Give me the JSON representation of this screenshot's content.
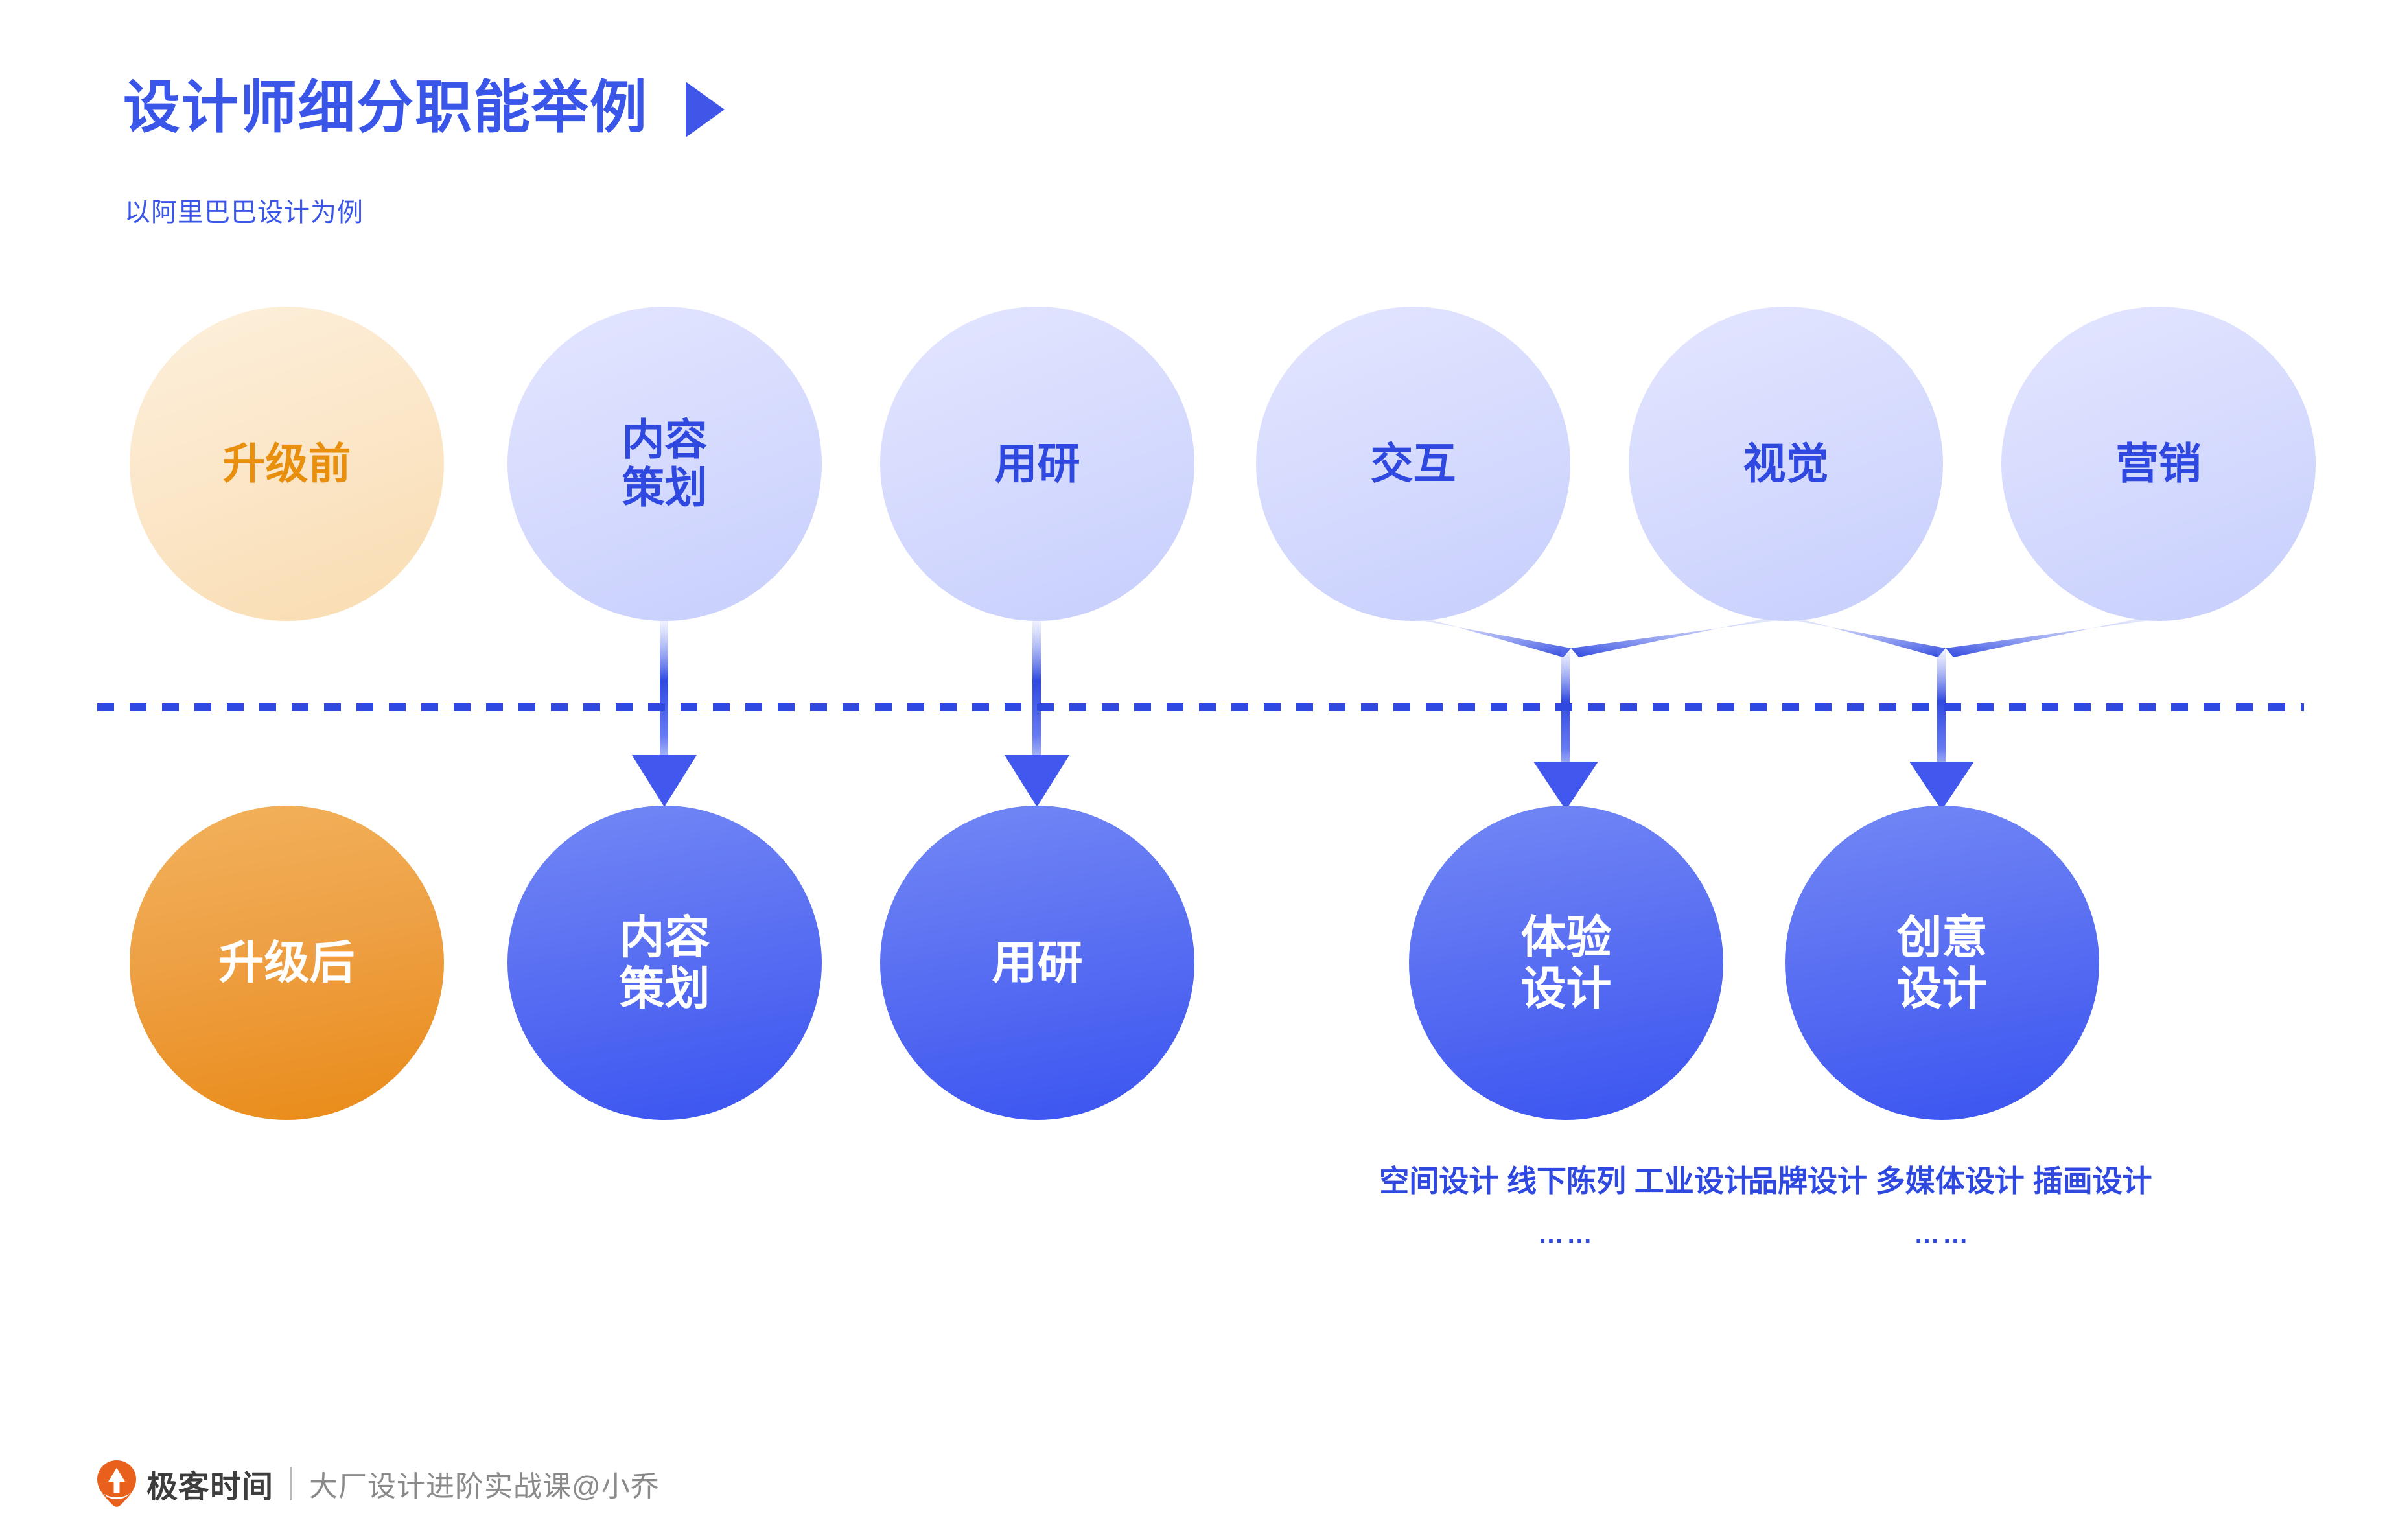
{
  "header": {
    "title": "设计师细分职能举例",
    "play_icon": "play-triangle-icon",
    "subtitle": "以阿里巴巴设计为例",
    "title_color": "#3A56E8"
  },
  "colors": {
    "accent_blue": "#2F49E0",
    "accent_orange": "#E8900E",
    "node_blue_fill_from": "#7388F5",
    "node_blue_fill_to": "#3A53F0",
    "node_orange_fill_from": "#F2B25C",
    "node_orange_fill_to": "#E98A17",
    "divider": "#2F49E0"
  },
  "rows": {
    "before": {
      "badge": "升级前",
      "nodes": [
        {
          "line1": "内容",
          "line2": "策划"
        },
        {
          "line1": "用研",
          "line2": ""
        },
        {
          "line1": "交互",
          "line2": ""
        },
        {
          "line1": "视觉",
          "line2": ""
        },
        {
          "line1": "营销",
          "line2": ""
        }
      ]
    },
    "after": {
      "badge": "升级后",
      "nodes": [
        {
          "line1": "内容",
          "line2": "策划"
        },
        {
          "line1": "用研",
          "line2": ""
        },
        {
          "line1": "体验",
          "line2": "设计"
        },
        {
          "line1": "创意",
          "line2": "设计"
        }
      ]
    }
  },
  "sub_labels": [
    {
      "items": "空间设计\n线下陈列\n工业设计",
      "dots": "……"
    },
    {
      "items": "品牌设计\n多媒体设计\n插画设计",
      "dots": "……"
    }
  ],
  "sub_label_left": {
    "l1": "空间设计",
    "l2": "线下陈列",
    "l3": "工业设计",
    "dots": "……"
  },
  "sub_label_right": {
    "l1": "品牌设计",
    "l2": "多媒体设计",
    "l3": "插画设计",
    "dots": "……"
  },
  "footer": {
    "logo_icon": "geekbang-pin-icon",
    "brand": "极客时间",
    "note": "大厂设计进阶实战课@小乔"
  }
}
